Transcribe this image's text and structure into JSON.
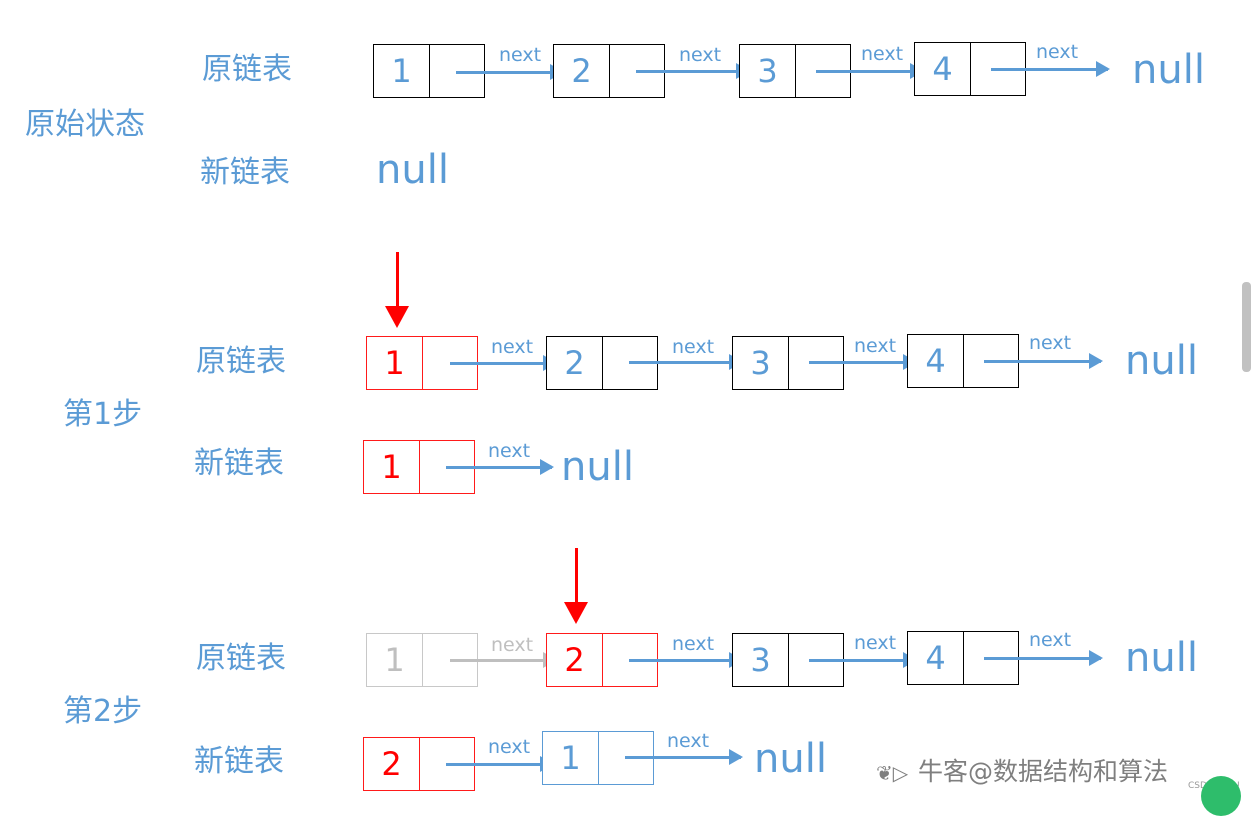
{
  "sections": [
    "原始状态",
    "第1步",
    "第2步"
  ],
  "row_labels": {
    "orig": "原链表",
    "new": "新链表"
  },
  "link_label": "next",
  "null_label": "null",
  "node_values": [
    "1",
    "2",
    "3",
    "4"
  ],
  "watermark": "牛客@数据结构和算法",
  "csdn_mark": "CSDN @LiU",
  "colors": {
    "blue": "#5b9bd5",
    "red": "#ff0000",
    "grey": "#bfbfbf",
    "black": "#000000"
  }
}
